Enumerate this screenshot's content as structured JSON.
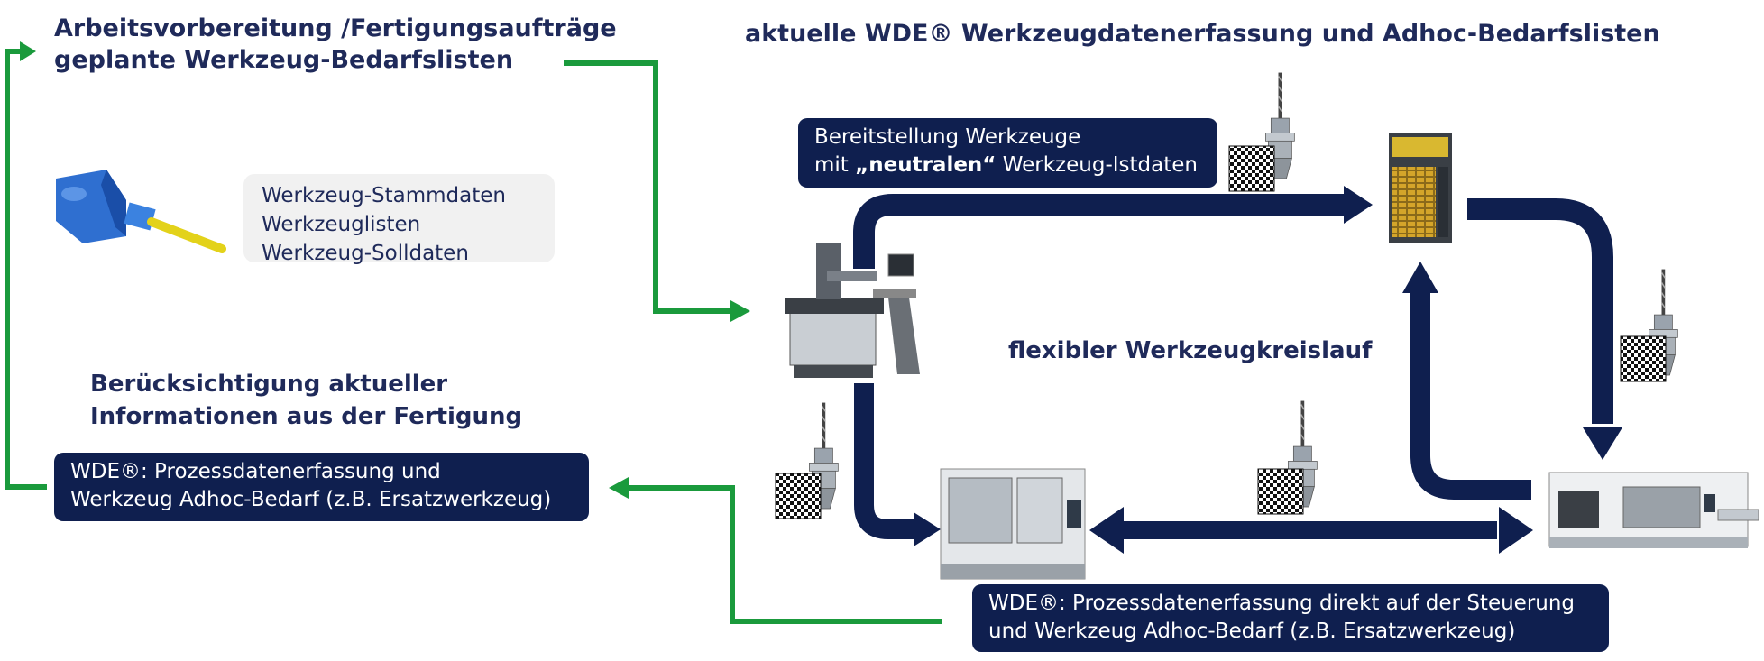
{
  "title_left": [
    "Arbeitsvorbereitung /Fertigungsaufträge",
    "geplante Werkzeug-Bedarfslisten"
  ],
  "title_right": "aktuelle WDE® Werkzeugdatenerfassung und Adhoc-Bedarfslisten",
  "stammdaten_box": [
    "Werkzeug-Stammdaten",
    "Werkzeuglisten",
    "Werkzeug-Solldaten"
  ],
  "bereitstellung_box": {
    "line1": "Bereitstellung Werkzeuge",
    "line2_prefix": "mit ",
    "line2_bold": "„neutralen“",
    "line2_suffix": " Werkzeug-Istdaten"
  },
  "center_label": "flexibler Werkzeugkreislauf",
  "left_mid_heading": [
    "Berücksichtigung aktueller",
    "Informationen aus der Fertigung"
  ],
  "left_bottom_box": [
    "WDE®: Prozessdatenerfassung  und",
    "Werkzeug Adhoc-Bedarf (z.B. Ersatzwerkzeug)"
  ],
  "bottom_box": [
    "WDE®: Prozessdatenerfassung  direkt auf der Steuerung",
    "und Werkzeug Adhoc-Bedarf (z.B. Ersatzwerkzeug)"
  ],
  "colors": {
    "navy": "#0f1f4f",
    "green": "#1a9a3c",
    "heading": "#1f2a5a",
    "light_box": "#f1f1f1"
  },
  "icons": [
    "tool-holder-3d-icon",
    "presetting-device-icon",
    "tool-dispenser-icon",
    "machining-center-icon",
    "lathe-icon",
    "tool-with-datamatrix-icon"
  ]
}
